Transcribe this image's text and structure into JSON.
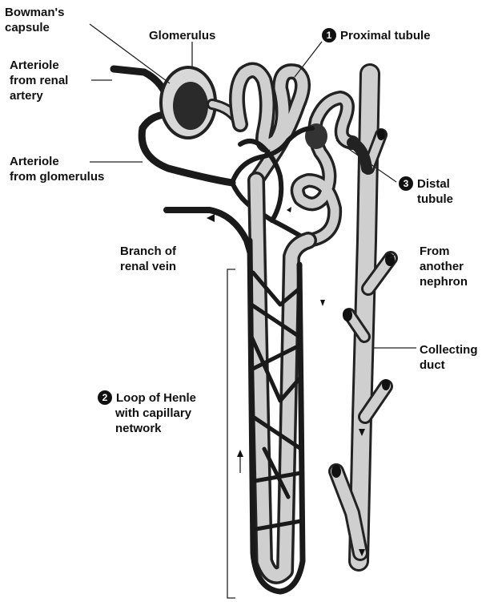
{
  "labels": {
    "bowmans_capsule": [
      "Bowman's",
      "capsule"
    ],
    "glomerulus": "Glomerulus",
    "proximal": {
      "num": "1",
      "text": "Proximal tubule"
    },
    "arteriole_renal": [
      "Arteriole",
      "from renal",
      "artery"
    ],
    "arteriole_glomerulus": [
      "Arteriole",
      "from glomerulus"
    ],
    "distal": {
      "num": "3",
      "lines": [
        "Distal",
        "tubule"
      ]
    },
    "branch_vein": [
      "Branch of",
      "renal vein"
    ],
    "from_nephron": [
      "From",
      "another",
      "nephron"
    ],
    "collecting_duct": [
      "Collecting",
      "duct"
    ],
    "loop_henle": {
      "num": "2",
      "lines": [
        "Loop of Henle",
        "with capillary",
        "network"
      ]
    }
  },
  "colors": {
    "ink": "#111111",
    "tube_fill": "#cfcfcf",
    "vessel": "#1a1a1a"
  }
}
